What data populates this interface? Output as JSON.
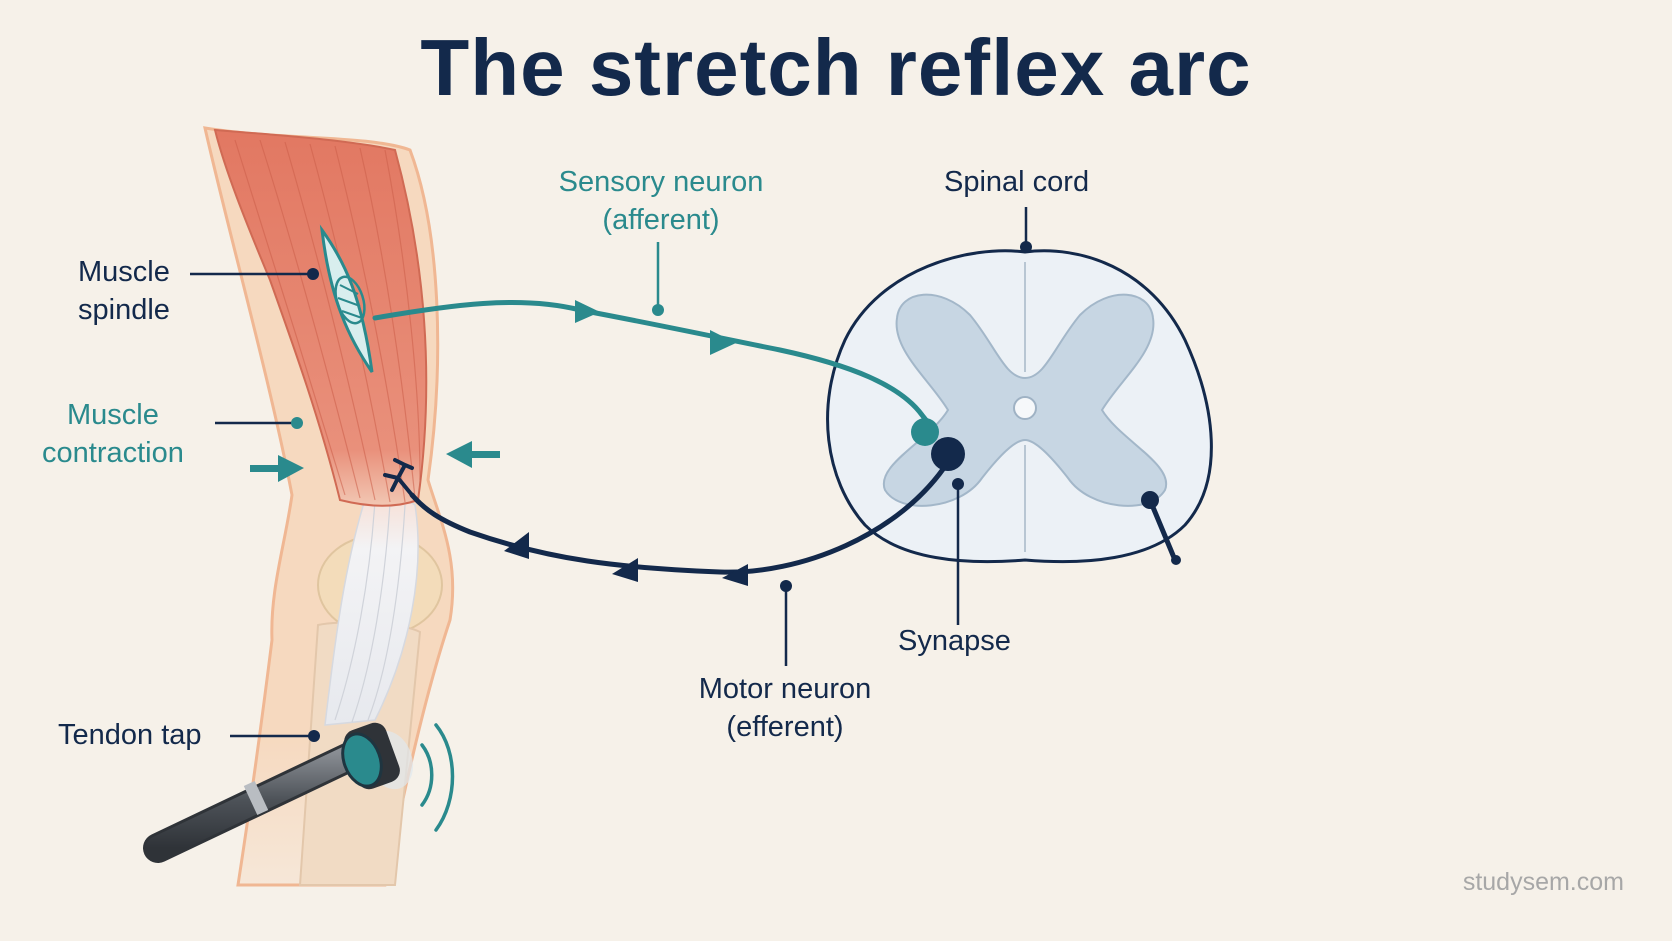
{
  "title": "The stretch reflex arc",
  "labels": {
    "muscle_spindle": [
      "Muscle",
      "spindle"
    ],
    "muscle_contraction": [
      "Muscle",
      "contraction"
    ],
    "tendon_tap": "Tendon tap",
    "sensory_neuron": [
      "Sensory neuron",
      "(afferent)"
    ],
    "spinal_cord": "Spinal cord",
    "synapse": "Synapse",
    "motor_neuron": [
      "Motor neuron",
      "(efferent)"
    ]
  },
  "watermark": "studysem.com",
  "colors": {
    "background": "#f6f1e9",
    "navy": "#13294b",
    "teal": "#2a8a8d",
    "muscle": "#e57f68",
    "skin": "#f4cfae",
    "cord": "#ecf1f6",
    "gray_matter": "#c7d6e3"
  },
  "icons": [
    "reflex-hammer-icon",
    "vibration-icon",
    "contraction-arrow-icon"
  ]
}
